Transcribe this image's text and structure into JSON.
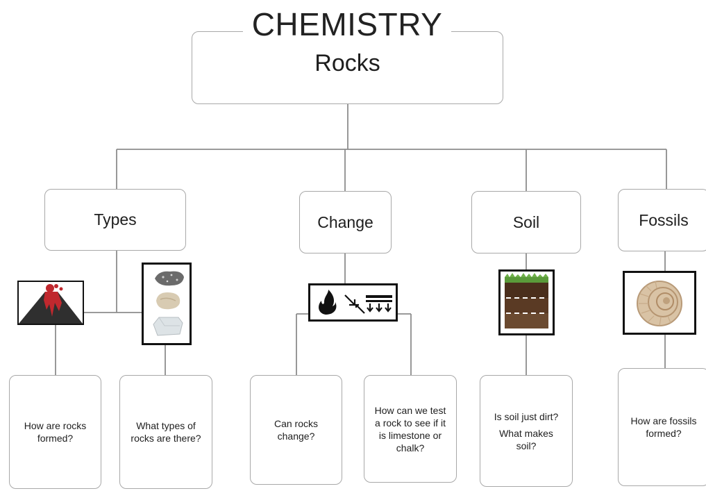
{
  "title": "CHEMISTRY",
  "root": {
    "label": "Rocks"
  },
  "categories": [
    {
      "label": "Types"
    },
    {
      "label": "Change"
    },
    {
      "label": "Soil"
    },
    {
      "label": "Fossils"
    }
  ],
  "questions": {
    "rocks_formed": [
      "How are rocks",
      "formed?"
    ],
    "rock_types": [
      "What types of",
      "rocks are there?"
    ],
    "rocks_change": [
      "Can rocks",
      "change?"
    ],
    "test_rock": [
      "How can we test",
      "a rock to see if it",
      "is limestone or",
      "chalk?"
    ],
    "soil_dirt": [
      "Is soil just dirt?",
      "What makes",
      "soil?"
    ],
    "fossils_formed": [
      "How are fossils",
      "formed?"
    ]
  },
  "icons": {
    "volcano": "volcano-icon",
    "rock_samples": "rock-samples-icon",
    "change_processes": "fire-compression-sediment-icon",
    "soil_layers": "soil-layers-icon",
    "ammonite": "ammonite-fossil-icon"
  },
  "colors": {
    "box_border": "#a8a8a8",
    "connector": "#8c8c8c",
    "lava": "#c0282e",
    "mountain": "#2f2f2f",
    "soil": "#4a2e1c",
    "grass": "#5a9a3a"
  }
}
